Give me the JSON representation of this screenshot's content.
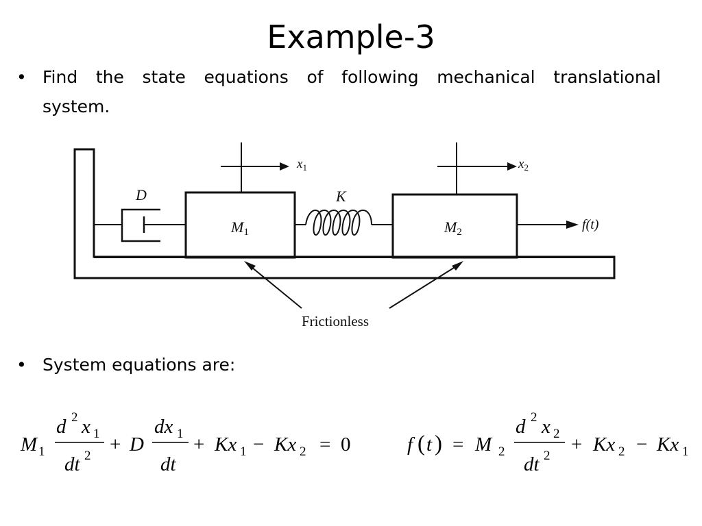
{
  "slide": {
    "title": "Example-3",
    "bullet_char": "•",
    "bullets": [
      {
        "line1": [
          "Find",
          "the",
          "state",
          "equations",
          "of",
          "following",
          "mechanical",
          "translational"
        ],
        "line2": "system."
      },
      {
        "text": "System equations are:"
      }
    ]
  },
  "diagram": {
    "labels": {
      "damper": "D",
      "spring": "K",
      "mass1": "M",
      "mass1_sub": "1",
      "mass2": "M",
      "mass2_sub": "2",
      "disp1": "x",
      "disp1_sub": "1",
      "disp2": "x",
      "disp2_sub": "2",
      "force": "f(t)",
      "surface": "Frictionless"
    }
  },
  "equations": {
    "eq1": {
      "M": "M",
      "M_sub": "1",
      "d2": "d",
      "d2_exp": "2",
      "x1": "x",
      "x1_sub": "1",
      "dt2": "dt",
      "dt2_exp": "2",
      "plus1": "+",
      "D": "D",
      "dx": "dx",
      "dx_sub": "1",
      "dt": "dt",
      "plus2": "+",
      "Kx1": "Kx",
      "Kx1_sub": "1",
      "minus": "−",
      "Kx2": "Kx",
      "Kx2_sub": "2",
      "eq": "=",
      "zero": "0"
    },
    "eq2": {
      "f": "f",
      "lp": "(",
      "t": "t",
      "rp": ")",
      "eq": "=",
      "M": "M",
      "M_sub": "2",
      "d2": "d",
      "d2_exp": "2",
      "x2": "x",
      "x2_sub": "2",
      "dt2": "dt",
      "dt2_exp": "2",
      "plus": "+",
      "Kx2": "Kx",
      "Kx2_sub": "2",
      "minus": "−",
      "Kx1": "Kx",
      "Kx1_sub": "1"
    }
  }
}
